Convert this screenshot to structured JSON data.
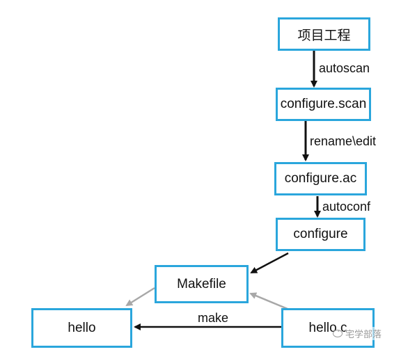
{
  "nodes": {
    "project": "项目工程",
    "configure_scan": "configure.scan",
    "configure_ac": "configure.ac",
    "configure": "configure",
    "makefile": "Makefile",
    "hello": "hello",
    "hello_c": "hello.c"
  },
  "edges": {
    "autoscan": "autoscan",
    "rename_edit": "rename\\edit",
    "autoconf": "autoconf",
    "make": "make"
  },
  "watermark": {
    "text": "宅学部落",
    "icon": "wechat-icon"
  },
  "colors": {
    "node_border": "#2aa6dc",
    "arrow_dark": "#111111",
    "arrow_light": "#a8a8a8"
  }
}
